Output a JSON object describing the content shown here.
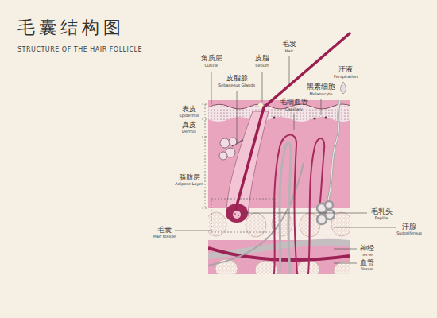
{
  "diagram": {
    "title": "毛囊结构图",
    "labels": [
      "STRUCTURE OF THE HAIR FOLLICLE",
      "角质层",
      "Cuticle",
      "皮脂",
      "Sebum",
      "毛发",
      "Hair",
      "汗液",
      "Perspiration",
      "皮脂腺",
      "Sebaceous Glands",
      "黑素细胞",
      "Melanocyte",
      "毛细血管",
      "Capillary",
      "表皮",
      "Epidermis",
      "真皮",
      "Dermis",
      "脂肪层",
      "Adipose Layer",
      "毛乳头",
      "Papilla",
      "汗腺",
      "Sudoriferous",
      "毛囊",
      "Hair follicle",
      "神经",
      "nerve",
      "血管",
      "Vessel"
    ]
  }
}
